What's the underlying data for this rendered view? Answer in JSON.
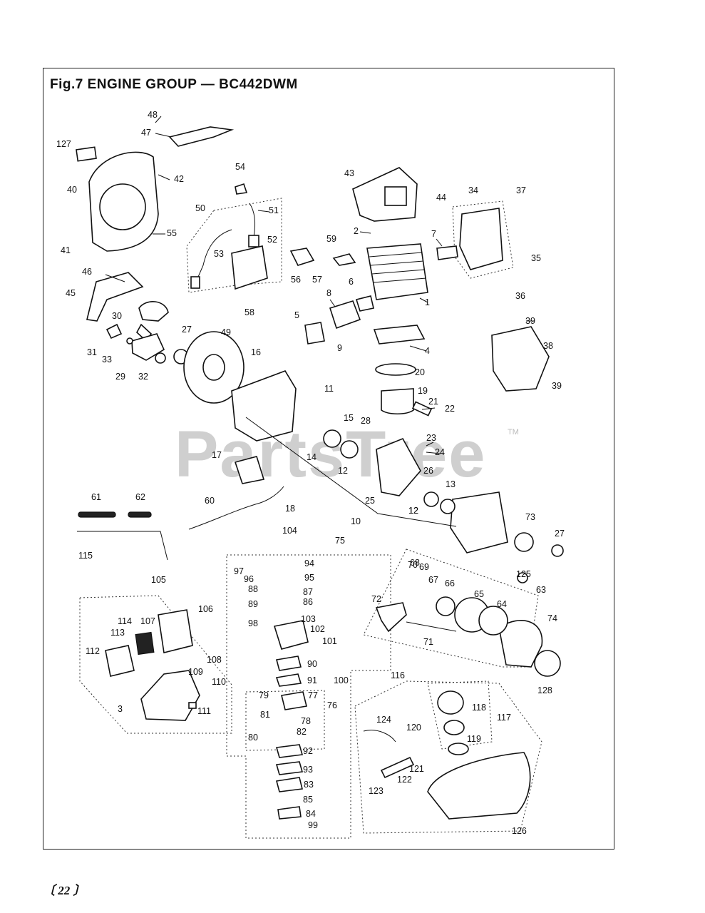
{
  "figure": {
    "title": "Fig.7 ENGINE GROUP — BC442DWM",
    "watermark": "PartsTree",
    "trademark": "TM",
    "page_number": "〔 22 〕"
  },
  "callouts": [
    {
      "label": "1"
    },
    {
      "label": "2"
    },
    {
      "label": "3"
    },
    {
      "label": "4"
    },
    {
      "label": "5"
    },
    {
      "label": "6"
    },
    {
      "label": "7"
    },
    {
      "label": "8"
    },
    {
      "label": "9"
    },
    {
      "label": "10"
    },
    {
      "label": "11"
    },
    {
      "label": "12"
    },
    {
      "label": "12"
    },
    {
      "label": "12"
    },
    {
      "label": "13"
    },
    {
      "label": "14"
    },
    {
      "label": "15"
    },
    {
      "label": "16"
    },
    {
      "label": "17"
    },
    {
      "label": "18"
    },
    {
      "label": "19"
    },
    {
      "label": "20"
    },
    {
      "label": "21"
    },
    {
      "label": "22"
    },
    {
      "label": "23"
    },
    {
      "label": "24"
    },
    {
      "label": "25"
    },
    {
      "label": "26"
    },
    {
      "label": "27"
    },
    {
      "label": "27"
    },
    {
      "label": "28"
    },
    {
      "label": "29"
    },
    {
      "label": "30"
    },
    {
      "label": "31"
    },
    {
      "label": "32"
    },
    {
      "label": "33"
    },
    {
      "label": "34"
    },
    {
      "label": "35"
    },
    {
      "label": "36"
    },
    {
      "label": "37"
    },
    {
      "label": "38"
    },
    {
      "label": "39"
    },
    {
      "label": "39"
    },
    {
      "label": "40"
    },
    {
      "label": "41"
    },
    {
      "label": "42"
    },
    {
      "label": "43"
    },
    {
      "label": "44"
    },
    {
      "label": "45"
    },
    {
      "label": "46"
    },
    {
      "label": "47"
    },
    {
      "label": "48"
    },
    {
      "label": "49"
    },
    {
      "label": "50"
    },
    {
      "label": "51"
    },
    {
      "label": "52"
    },
    {
      "label": "53"
    },
    {
      "label": "54"
    },
    {
      "label": "55"
    },
    {
      "label": "56"
    },
    {
      "label": "57"
    },
    {
      "label": "58"
    },
    {
      "label": "59"
    },
    {
      "label": "60"
    },
    {
      "label": "61"
    },
    {
      "label": "62"
    },
    {
      "label": "63"
    },
    {
      "label": "64"
    },
    {
      "label": "65"
    },
    {
      "label": "66"
    },
    {
      "label": "67"
    },
    {
      "label": "68"
    },
    {
      "label": "69"
    },
    {
      "label": "70"
    },
    {
      "label": "71"
    },
    {
      "label": "72"
    },
    {
      "label": "73"
    },
    {
      "label": "74"
    },
    {
      "label": "75"
    },
    {
      "label": "76"
    },
    {
      "label": "77"
    },
    {
      "label": "78"
    },
    {
      "label": "79"
    },
    {
      "label": "80"
    },
    {
      "label": "81"
    },
    {
      "label": "82"
    },
    {
      "label": "83"
    },
    {
      "label": "84"
    },
    {
      "label": "85"
    },
    {
      "label": "86"
    },
    {
      "label": "87"
    },
    {
      "label": "88"
    },
    {
      "label": "89"
    },
    {
      "label": "90"
    },
    {
      "label": "91"
    },
    {
      "label": "92"
    },
    {
      "label": "93"
    },
    {
      "label": "94"
    },
    {
      "label": "95"
    },
    {
      "label": "96"
    },
    {
      "label": "97"
    },
    {
      "label": "98"
    },
    {
      "label": "99"
    },
    {
      "label": "100"
    },
    {
      "label": "101"
    },
    {
      "label": "102"
    },
    {
      "label": "103"
    },
    {
      "label": "104"
    },
    {
      "label": "105"
    },
    {
      "label": "106"
    },
    {
      "label": "107"
    },
    {
      "label": "108"
    },
    {
      "label": "109"
    },
    {
      "label": "110"
    },
    {
      "label": "111"
    },
    {
      "label": "112"
    },
    {
      "label": "113"
    },
    {
      "label": "114"
    },
    {
      "label": "115"
    },
    {
      "label": "116"
    },
    {
      "label": "117"
    },
    {
      "label": "118"
    },
    {
      "label": "119"
    },
    {
      "label": "120"
    },
    {
      "label": "121"
    },
    {
      "label": "122"
    },
    {
      "label": "123"
    },
    {
      "label": "124"
    },
    {
      "label": "125"
    },
    {
      "label": "126"
    },
    {
      "label": "127"
    },
    {
      "label": "128"
    }
  ]
}
